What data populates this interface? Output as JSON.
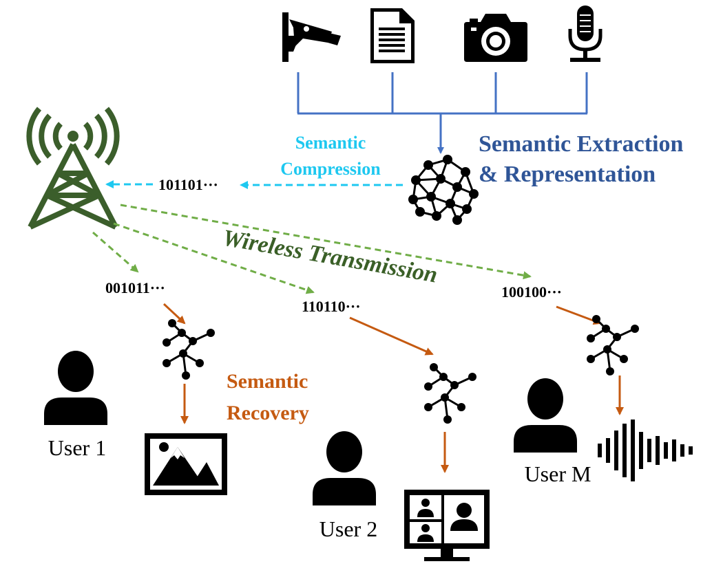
{
  "labels": {
    "semantic_compression_line1": "Semantic",
    "semantic_compression_line2": "Compression",
    "semantic_extraction_line1": "Semantic Extraction",
    "semantic_extraction_line2": "& Representation",
    "wireless_transmission": "Wireless Transmission",
    "semantic_recovery_line1": "Semantic",
    "semantic_recovery_line2": "Recovery",
    "bits_tower": "101101···",
    "bits_user1": "001011···",
    "bits_user2": "110110···",
    "bits_userM": "100100···",
    "user1": "User 1",
    "user2": "User 2",
    "userM": "User M"
  },
  "icons": {
    "sources": [
      "cctv-camera-icon",
      "document-icon",
      "photo-camera-icon",
      "microphone-icon"
    ],
    "tower": "radio-tower-icon",
    "encoder": "neural-network-icon",
    "decoder": "tree-network-icon",
    "outputs": [
      "landscape-image-icon",
      "video-conference-icon",
      "audio-wave-icon"
    ],
    "users": "person-icon"
  },
  "colors": {
    "blue": "#4472C4",
    "dark_blue": "#2F5597",
    "cyan": "#1EC8F0",
    "green": "#70AD47",
    "dark_green": "#3A5F27",
    "tower_green": "#3B5E2B",
    "orange": "#C55A11",
    "black": "#000000"
  }
}
